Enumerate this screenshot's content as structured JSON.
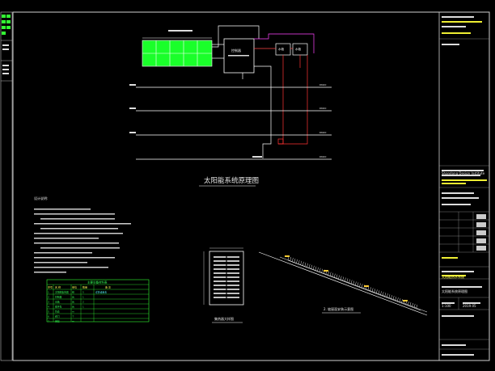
{
  "drawing": {
    "main_title": "太阳能系统原理图",
    "inverter_label": "控制器",
    "tank_labels": [
      "水箱",
      "水箱"
    ],
    "pipe_tags": [
      "DN20",
      "DN20",
      "DN20",
      "DN20"
    ],
    "detail_a_title": "集热器大样图",
    "detail_b_title": "2. 坡屋面安装示意图",
    "table_title": "主要设备材料表",
    "table_headers": [
      "序号",
      "名 称",
      "单位",
      "数量",
      "备 注"
    ],
    "table_rows": [
      [
        "1",
        "太阳能集热器",
        "组",
        "5",
        "详见设备表"
      ],
      [
        "2",
        "控制器",
        "台",
        "1",
        ""
      ],
      [
        "3",
        "水箱",
        "台",
        "2",
        ""
      ],
      [
        "4",
        "循环泵",
        "台",
        "1",
        ""
      ],
      [
        "5",
        "管道",
        "m",
        "",
        ""
      ],
      [
        "6",
        "阀门",
        "个",
        "",
        ""
      ],
      [
        "7",
        "保温",
        "m",
        "",
        ""
      ]
    ],
    "notes_title": "设计说明:",
    "title_block": {
      "company": "Shandong Design Institute",
      "project": "太阳能热水系统",
      "drawing_name": "太阳能系统原理图",
      "scale": "1:100",
      "date": "2019.05"
    }
  }
}
